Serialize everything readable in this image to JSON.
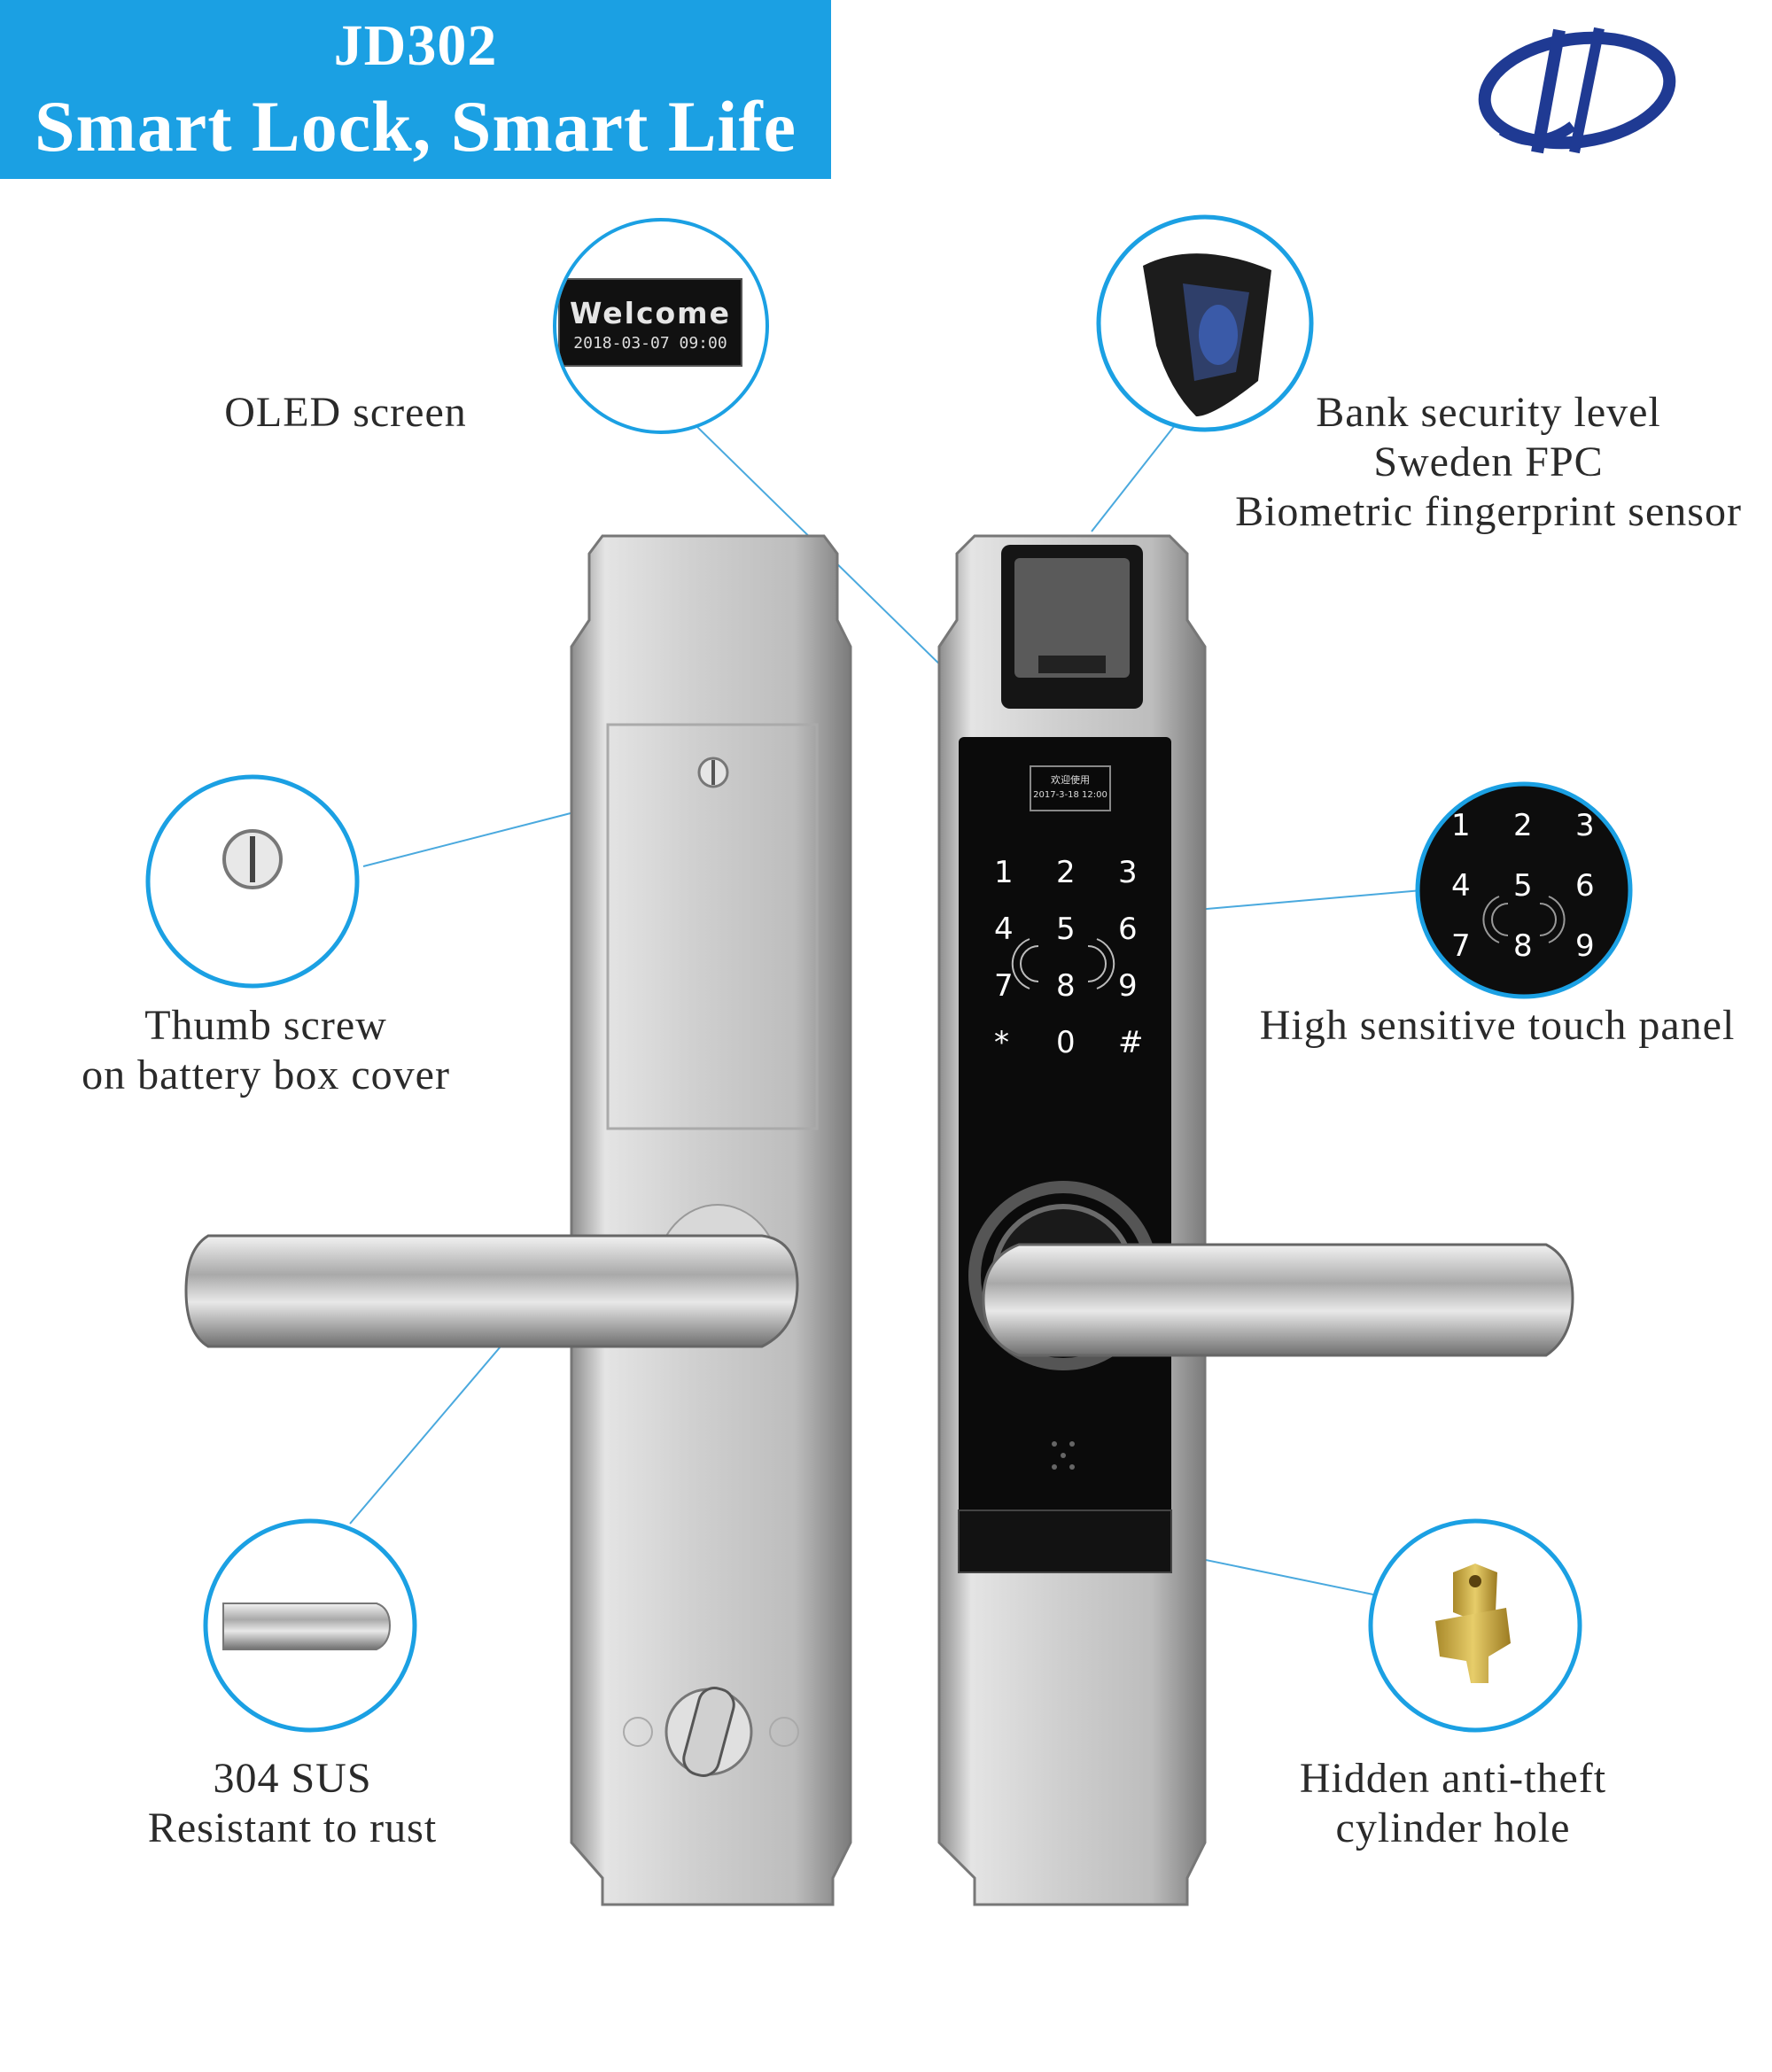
{
  "header": {
    "model": "JD302",
    "slogan": "Smart Lock, Smart Life"
  },
  "logo": {
    "name": "JD-logo",
    "color": "#1f3a93"
  },
  "accent_color": "#1ba0e3",
  "oled_zoom": {
    "welcome": "Welcome",
    "datetime": "2018-03-07  09:00"
  },
  "lock_oled": {
    "line1": "欢迎使用",
    "line2": "2017-3-18 12:00"
  },
  "keypad": {
    "keys": [
      "1",
      "2",
      "3",
      "4",
      "5",
      "6",
      "7",
      "8",
      "9",
      "*",
      "0",
      "#"
    ]
  },
  "touch_zoom": {
    "keys": [
      "1",
      "2",
      "3",
      "4",
      "5",
      "6",
      "7",
      "8",
      "9"
    ]
  },
  "features": {
    "oled": {
      "lines": [
        "OLED screen"
      ]
    },
    "fingerprint": {
      "lines": [
        "Bank security level",
        "Sweden FPC",
        "Biometric fingerprint sensor"
      ]
    },
    "thumb_screw": {
      "lines": [
        "Thumb screw",
        "on battery box cover"
      ]
    },
    "touch_panel": {
      "lines": [
        "High sensitive touch panel"
      ]
    },
    "stainless": {
      "lines": [
        "304 SUS",
        "Resistant to rust"
      ]
    },
    "cylinder": {
      "lines": [
        "Hidden anti-theft",
        "cylinder hole"
      ]
    }
  }
}
